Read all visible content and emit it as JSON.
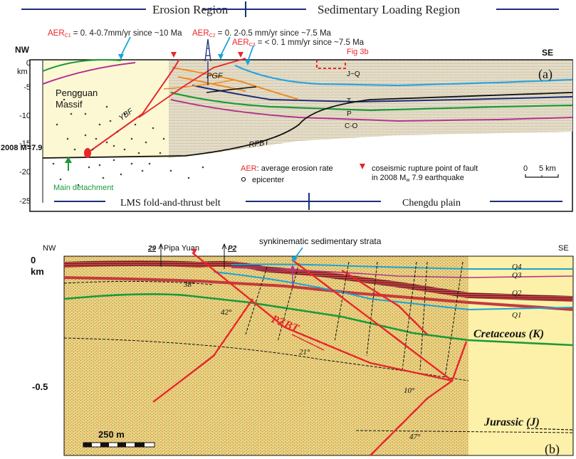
{
  "panel_a": {
    "region_left": "Erosion Region",
    "region_right": "Sedimentary Loading Region",
    "aer1": "AER",
    "aer1_sub": "C1",
    "aer1_text": " = 0. 4-0.7mm/yr since ~10 Ma",
    "aer2": "AER",
    "aer2_sub": "C2",
    "aer2_text": " = 0. 2-0.5 mm/yr since ~7.5 Ma",
    "aer3": "AER",
    "aer3_sub": "C3",
    "aer3_text": " = < 0. 1 mm/yr since ~7.5 Ma",
    "fig_ref": "Fig 3b",
    "nw": "NW",
    "se": "SE",
    "depth_unit": "km",
    "depth_ticks": [
      "0",
      "-5",
      "-10",
      "-15",
      "-20",
      "-25"
    ],
    "panel_label": "(a)",
    "massif": "Pengguan\nMassif",
    "massif_line1": "Pengguan",
    "massif_line2": "Massif",
    "quake": "2008 M=7.9",
    "main_detachment": "Main detachment",
    "faults": {
      "pgf": "PGF",
      "ybf": "YBF",
      "rfbt": "RFBT"
    },
    "horizons": {
      "jq": "J~Q",
      "t": "T",
      "p": "P",
      "co": "C-O"
    },
    "legend": {
      "aer_key": "AER",
      "aer_desc": ": average erosion rate",
      "epicenter": "epicenter",
      "rupture_line1": "coseismic rupture point of fault",
      "rupture_line2_a": "in 2008 M",
      "rupture_line2_sub": "w",
      "rupture_line2_b": " 7.9 earthquake"
    },
    "scale_zero": "0",
    "scale_value": "5 km",
    "bottom_left": "LMS fold-and-thrust belt",
    "bottom_right": "Chengdu plain"
  },
  "panel_b": {
    "nw": "NW",
    "se": "SE",
    "synkinematic": "synkinematic sedimentary strata",
    "well1_num": "29",
    "well1_name": "Pipa Yuan",
    "well2_num": "P2",
    "depth_zero": "0",
    "depth_unit": "km",
    "depth_half": "-0.5",
    "fault": "PZBT",
    "dips": [
      "38°",
      "42°",
      "21°",
      "10°",
      "47°"
    ],
    "quaternary": [
      "Q4",
      "Q3",
      "Q2",
      "Q1"
    ],
    "cretaceous": "Cretaceous (K)",
    "jurassic": "Jurassic (J)",
    "scale": "250 m",
    "panel_label": "(b)"
  },
  "colors": {
    "red": "#e8262a",
    "blue_accent": "#1aa3d9",
    "navy": "#1c2e7a",
    "green": "#1a9a3a",
    "magenta": "#b2358f",
    "orange": "#f08a24",
    "cyan_horizon": "#2aa3e0",
    "massif_fill": "#fdf8d4",
    "seismic_a": "#ede6cf",
    "seismic_b": "#e9d77a"
  }
}
